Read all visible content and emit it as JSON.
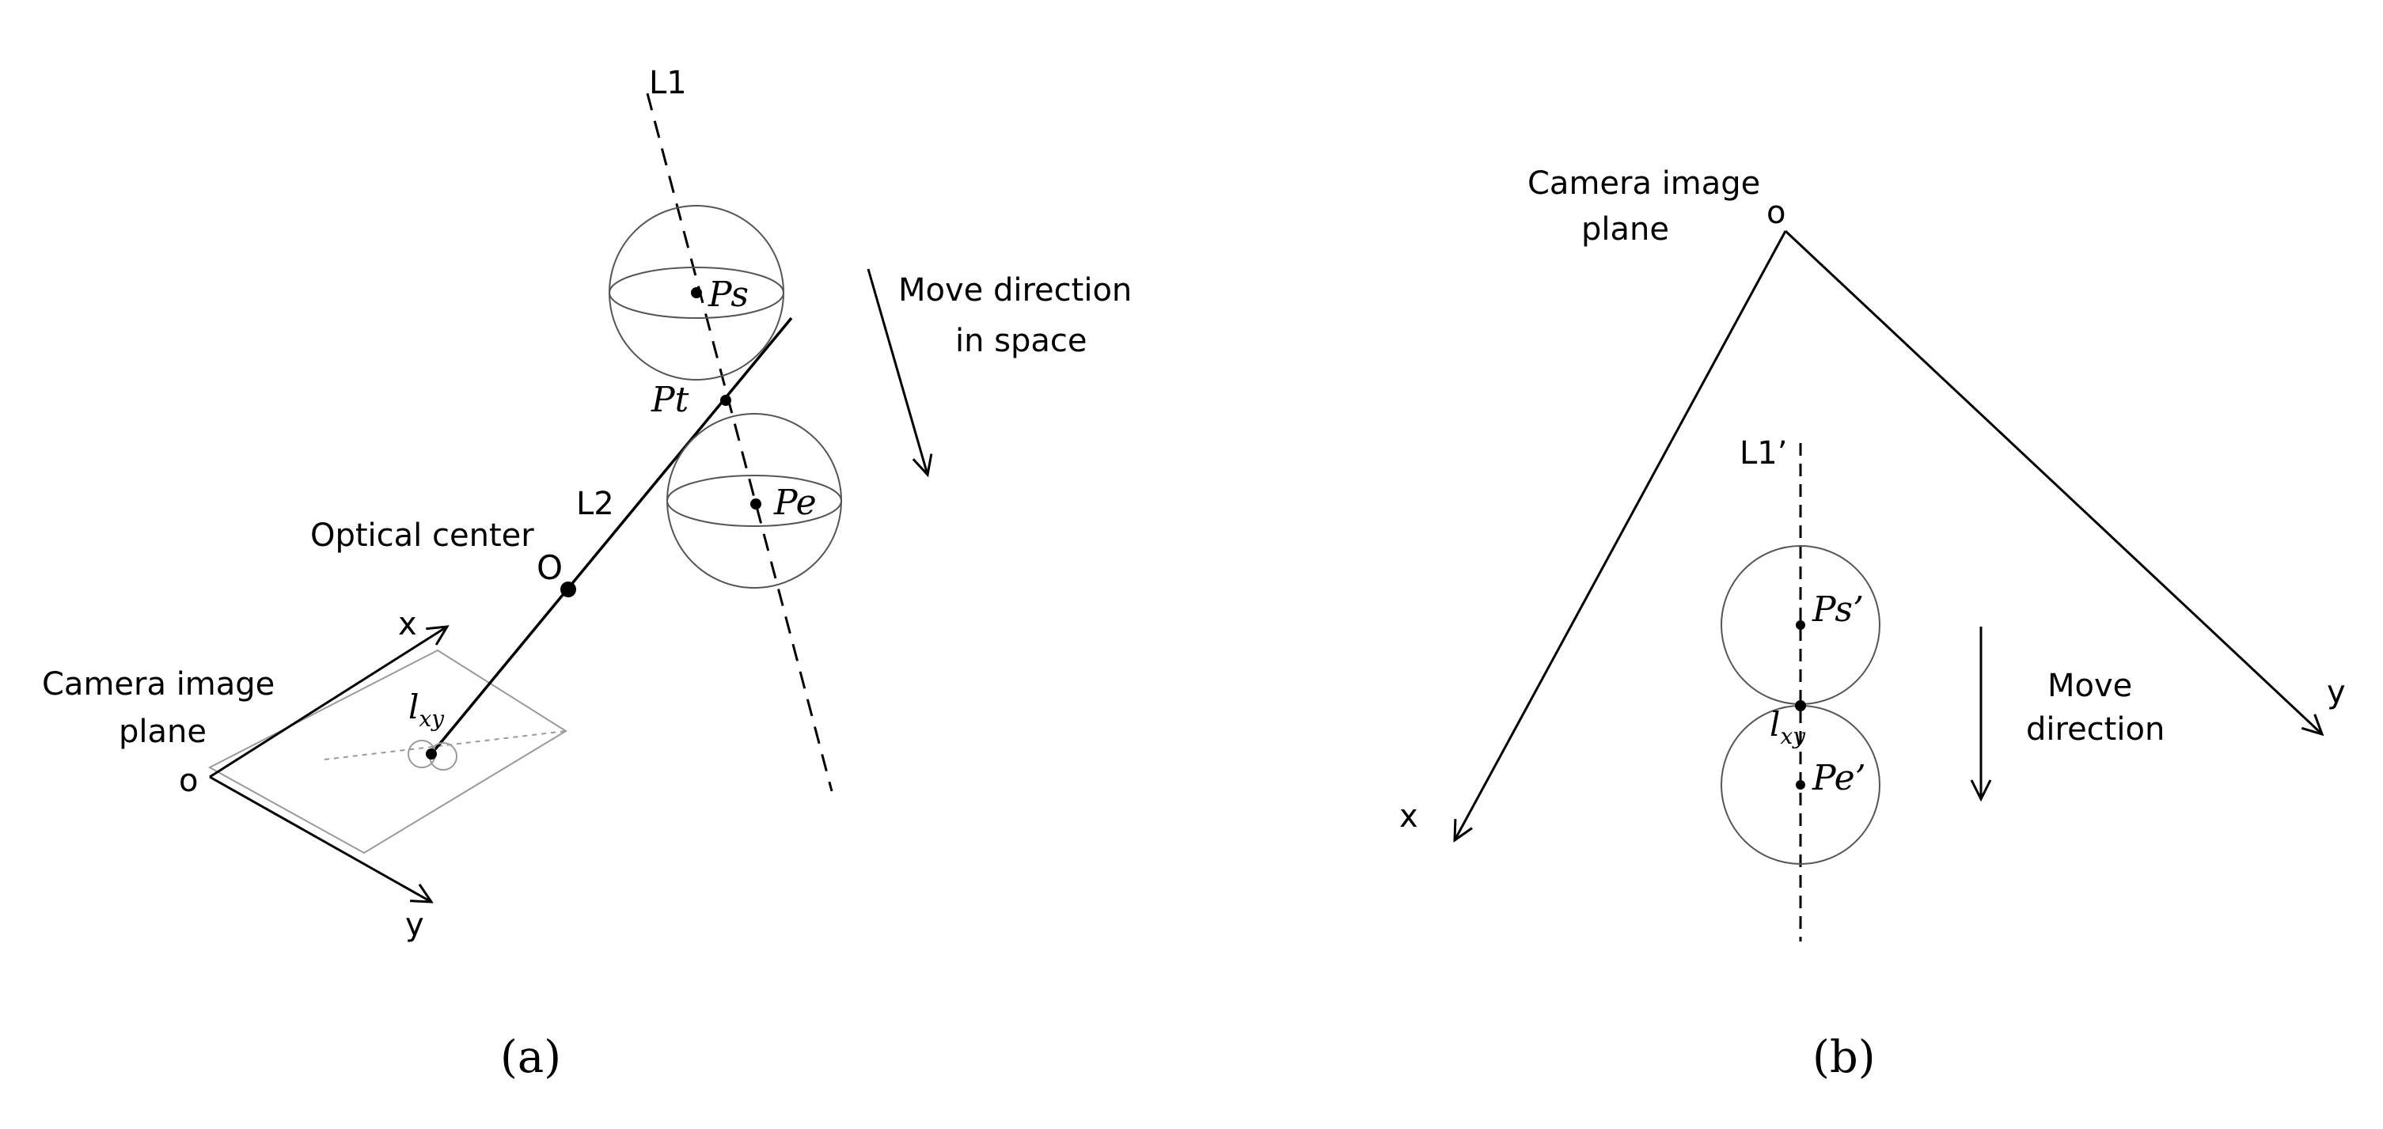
{
  "panel_a": {
    "caption": "(a)",
    "line_l1_label": "L1",
    "line_l2_label": "L2",
    "ps_label": "Ps",
    "pe_label": "Pe",
    "pt_label": "Pt",
    "optical_center_label": "Optical center",
    "optical_center_point": "O",
    "move_direction_line1": "Move direction",
    "move_direction_line2": "in space",
    "plane_label_line1": "Camera image",
    "plane_label_line2": "plane",
    "origin_label": "o",
    "x_axis_label": "x",
    "y_axis_label": "y",
    "image_point_main": "l",
    "image_point_sub": "xy"
  },
  "panel_b": {
    "caption": "(b)",
    "plane_label_line1": "Camera image",
    "plane_label_line2": "plane",
    "origin_label": "o",
    "line_label": "L1’",
    "ps_label": "Ps’",
    "pe_label": "Pe’",
    "image_point_main": "l",
    "image_point_sub": "xy",
    "move_direction_line1": "Move",
    "move_direction_line2": "direction",
    "x_axis_label": "x",
    "y_axis_label": "y"
  }
}
